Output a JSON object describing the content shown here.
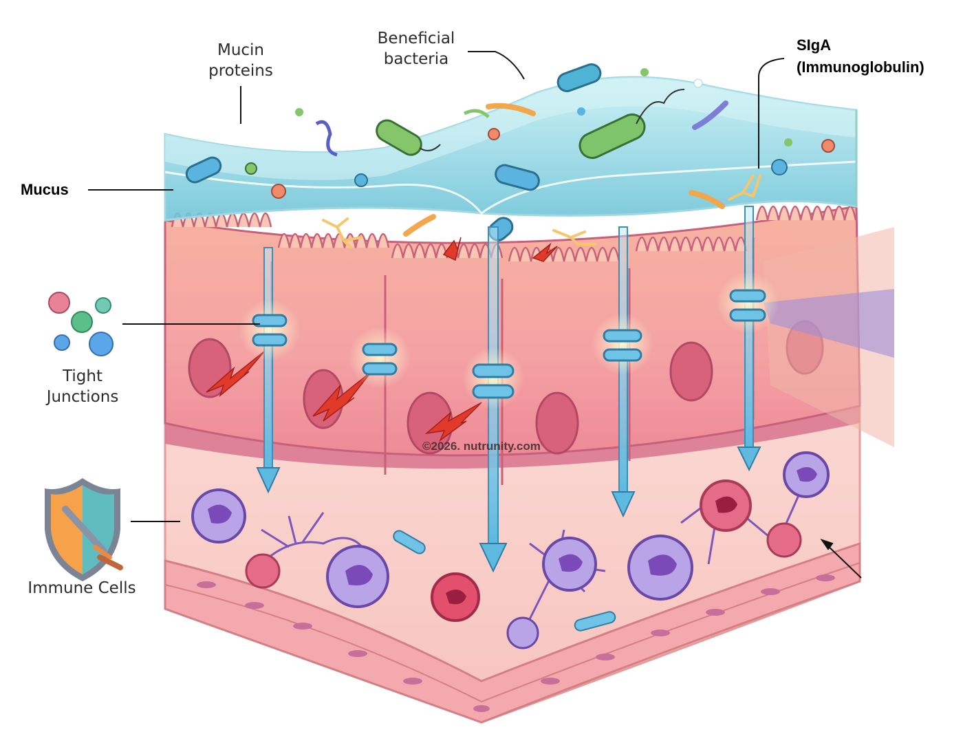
{
  "labels": {
    "mucin": [
      "Mucin",
      "proteins"
    ],
    "beneficial": [
      "Beneficial",
      "bacteria"
    ],
    "siga": [
      "SIgA",
      "(Immunoglobulin)"
    ],
    "mucus": "Mucus",
    "tight": [
      "Tight",
      "Junctions"
    ],
    "immune": "Immune Cells",
    "watermark": "©2026. nutrunity.com"
  }
}
